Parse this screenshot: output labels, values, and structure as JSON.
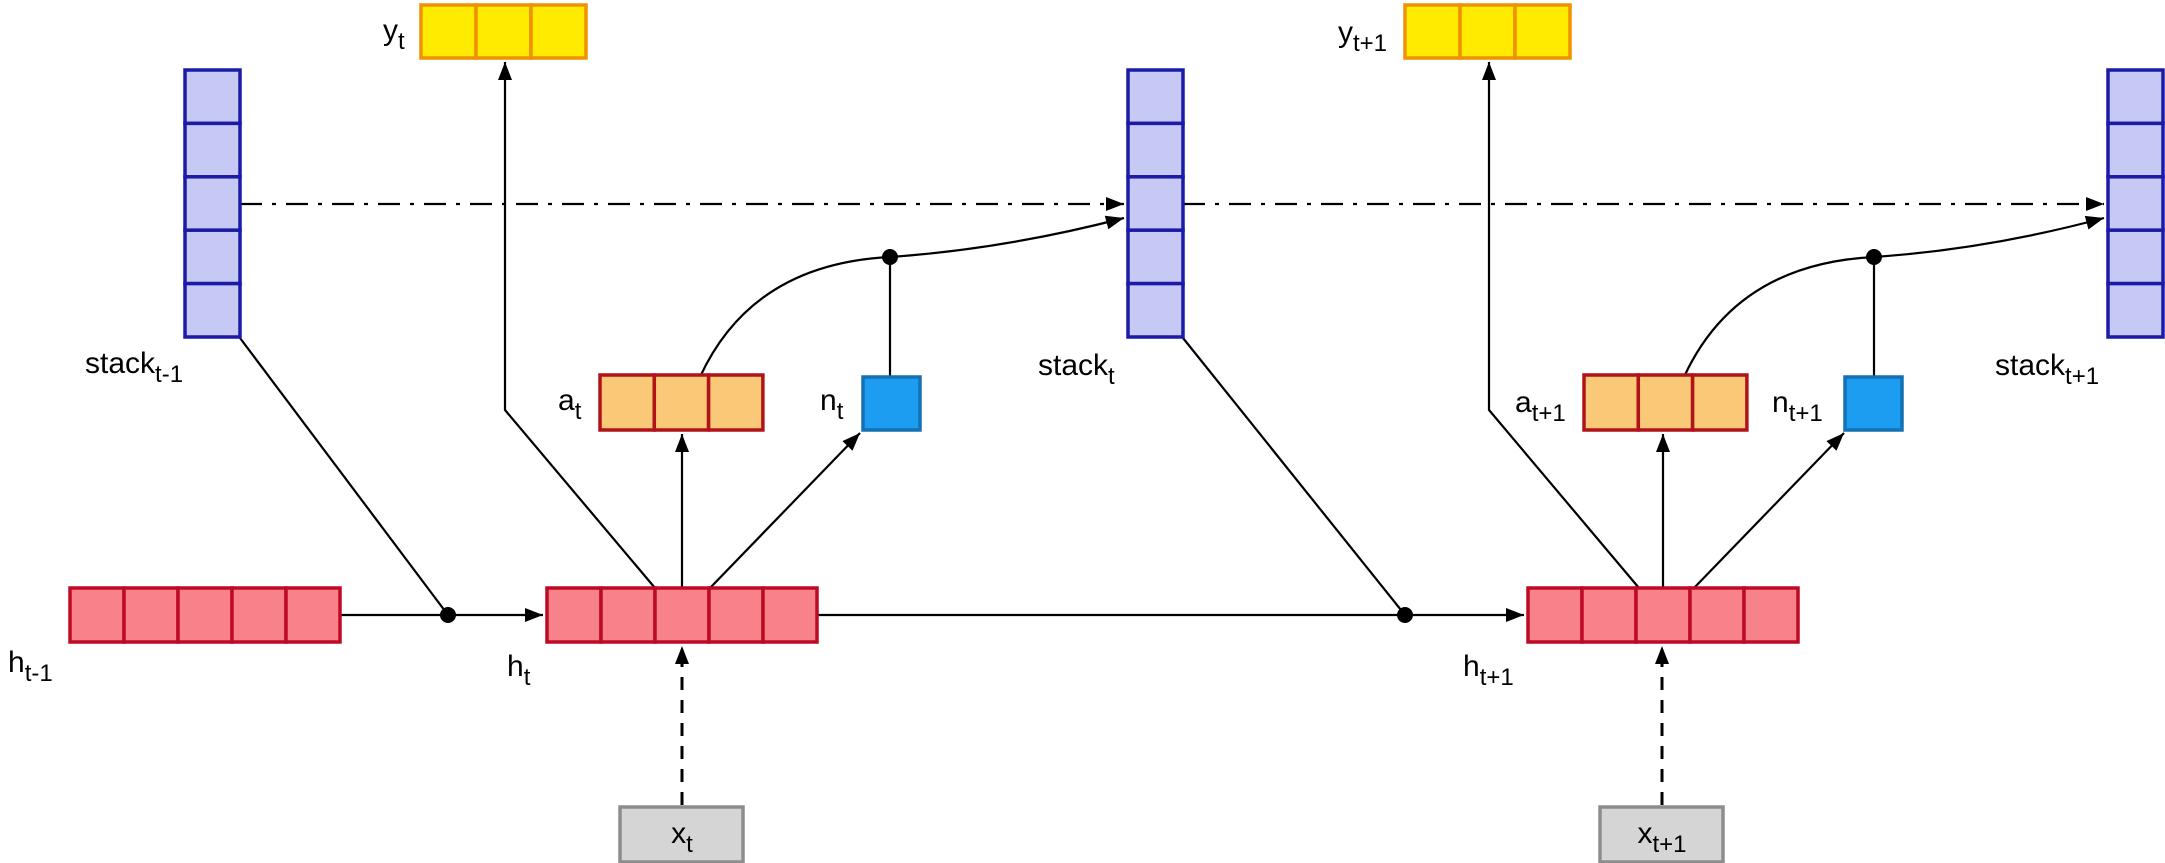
{
  "diagram": {
    "type": "neural-network-architecture",
    "name": "stack-augmented recurrent network unrolled over time",
    "colors": {
      "stack_fill": "#c5c9f4",
      "stack_stroke": "#1b1ba8",
      "hidden_fill": "#f8828a",
      "hidden_stroke": "#bf0a26",
      "output_fill": "#ffeb00",
      "output_stroke": "#ef9100",
      "action_fill": "#f9c978",
      "action_stroke": "#b11318",
      "n_fill": "#1c9df1",
      "n_stroke": "#1571b3",
      "input_fill": "#d5d5d5",
      "input_stroke": "#8d8d8d",
      "line": "#000000",
      "background": "#ffffff"
    },
    "structure": {
      "stack_cells": 5,
      "hidden_cells": 5,
      "output_cells": 3,
      "action_cells": 3,
      "n_cells": 1,
      "input_cells": 1
    },
    "labels": {
      "stack_prev": {
        "base": "stack",
        "sub": "t-1"
      },
      "stack_t": {
        "base": "stack",
        "sub": "t"
      },
      "stack_next": {
        "base": "stack",
        "sub": "t+1"
      },
      "h_prev": {
        "base": "h",
        "sub": "t-1"
      },
      "h_t": {
        "base": "h",
        "sub": "t"
      },
      "h_next": {
        "base": "h",
        "sub": "t+1"
      },
      "y_t": {
        "base": "y",
        "sub": "t"
      },
      "y_next": {
        "base": "y",
        "sub": "t+1"
      },
      "a_t": {
        "base": "a",
        "sub": "t"
      },
      "a_next": {
        "base": "a",
        "sub": "t+1"
      },
      "n_t": {
        "base": "n",
        "sub": "t"
      },
      "n_next": {
        "base": "n",
        "sub": "t+1"
      },
      "x_t": {
        "base": "x",
        "sub": "t"
      },
      "x_next": {
        "base": "x",
        "sub": "t+1"
      }
    }
  }
}
